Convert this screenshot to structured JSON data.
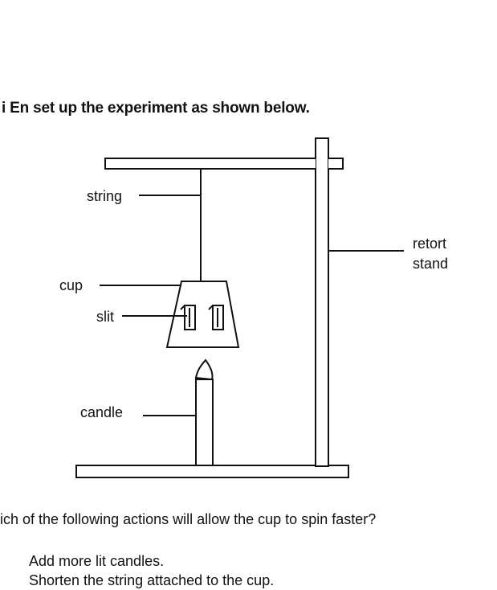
{
  "intro_text": "i En set up the experiment as shown below.",
  "diagram": {
    "labels": {
      "string": "string",
      "retort": "retort",
      "stand": "stand",
      "cup": "cup",
      "slit": "slit",
      "candle": "candle"
    }
  },
  "question_text": "ich of the following actions will allow the cup to spin faster?",
  "options": [
    "Add more lit candles.",
    "Shorten the string attached to the cup."
  ]
}
